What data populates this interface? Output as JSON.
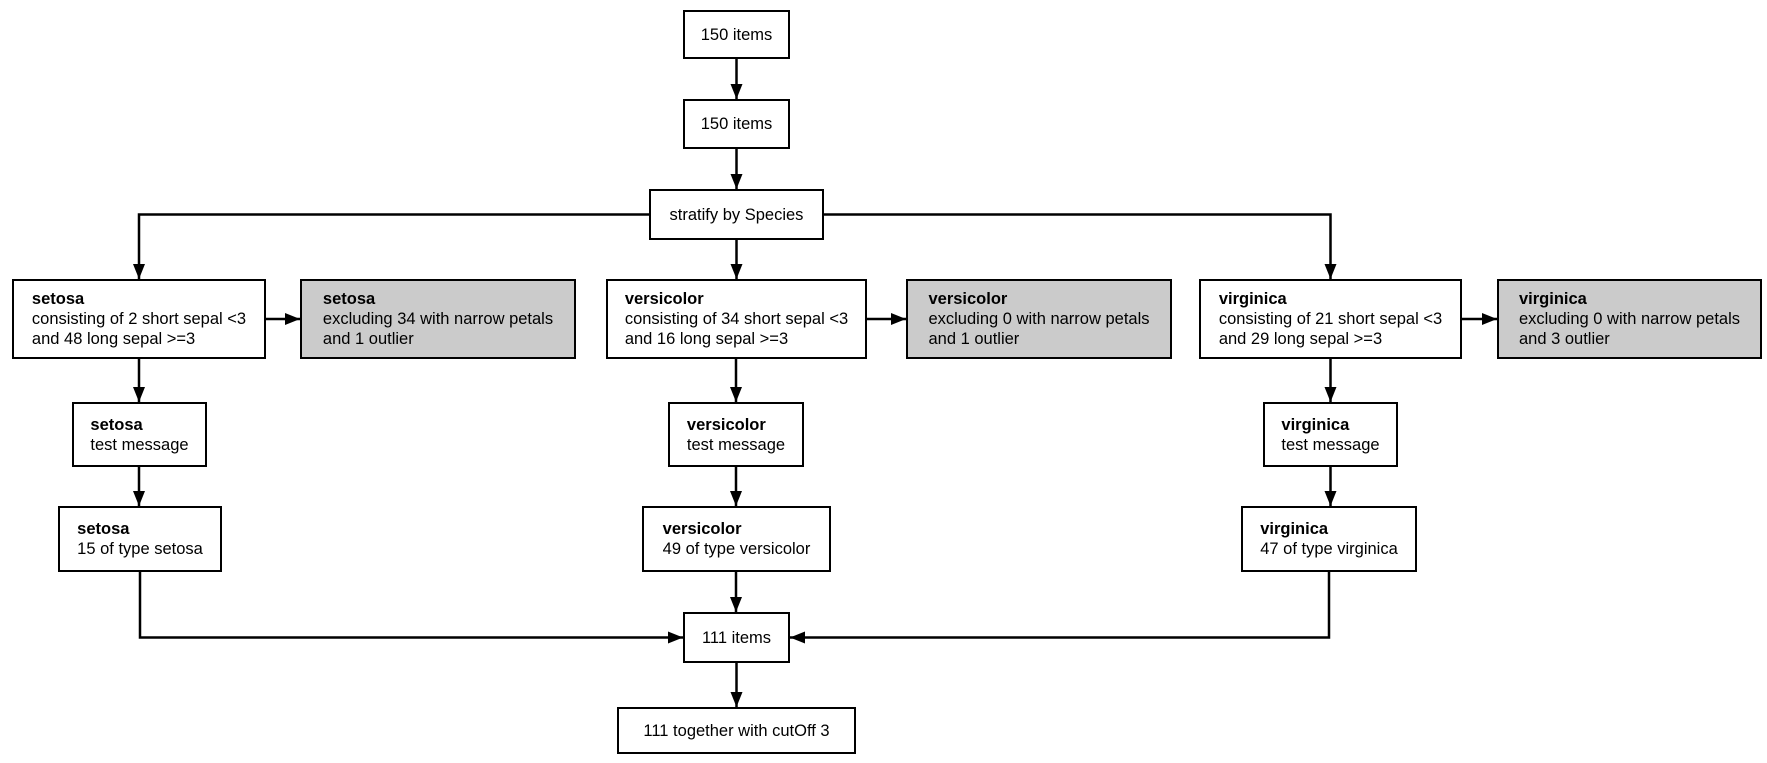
{
  "diagram": {
    "type": "flowchart",
    "description": "iris dataset stratified filtering flow",
    "colors": {
      "node_background": "#ffffff",
      "excluded_node_background": "#cbcbcb",
      "border": "#000000",
      "arrow": "#000000"
    },
    "nodes": {
      "root": {
        "label": "150 items"
      },
      "filtered_root": {
        "label": "150 items"
      },
      "stratify": {
        "label": "stratify by Species"
      },
      "setosa_main": {
        "title": "setosa",
        "line1": "consisting of 2 short sepal <3",
        "line2": "and 48 long sepal >=3"
      },
      "setosa_excluded": {
        "title": "setosa",
        "line1": "excluding 34 with narrow petals",
        "line2": "and 1 outlier"
      },
      "setosa_test": {
        "title": "setosa",
        "line1": "test message"
      },
      "setosa_type": {
        "title": "setosa",
        "line1": "15 of type setosa"
      },
      "versicolor_main": {
        "title": "versicolor",
        "line1": "consisting of 34 short sepal <3",
        "line2": "and 16 long sepal >=3"
      },
      "versicolor_excluded": {
        "title": "versicolor",
        "line1": "excluding 0 with narrow petals",
        "line2": "and 1 outlier"
      },
      "versicolor_test": {
        "title": "versicolor",
        "line1": "test message"
      },
      "versicolor_type": {
        "title": "versicolor",
        "line1": "49 of type versicolor"
      },
      "virginica_main": {
        "title": "virginica",
        "line1": "consisting of 21 short sepal <3",
        "line2": "and 29 long sepal >=3"
      },
      "virginica_excluded": {
        "title": "virginica",
        "line1": "excluding 0 with narrow petals",
        "line2": "and 3 outlier"
      },
      "virginica_test": {
        "title": "virginica",
        "line1": "test message"
      },
      "virginica_type": {
        "title": "virginica",
        "line1": "47 of type virginica"
      },
      "combined": {
        "label": "111 items"
      },
      "final": {
        "label": "111 together with cutOff 3"
      }
    }
  }
}
